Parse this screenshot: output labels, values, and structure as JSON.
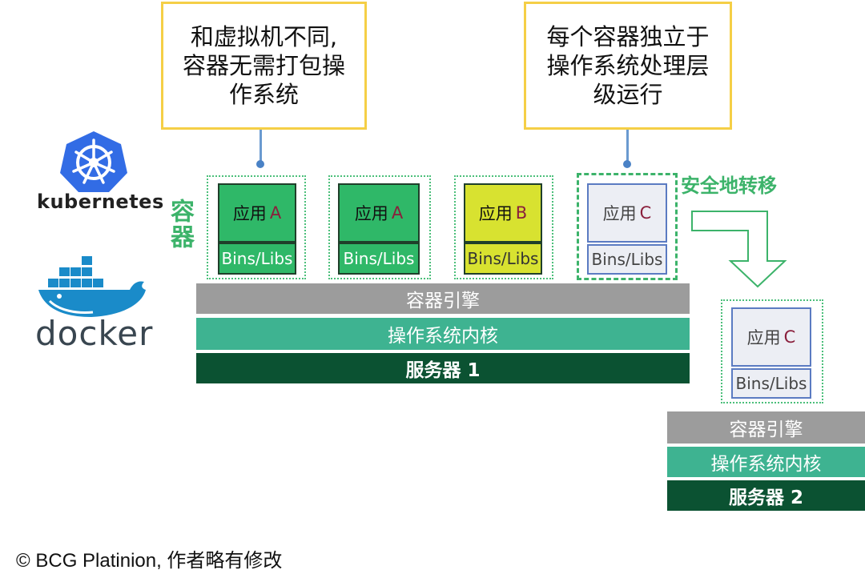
{
  "callouts": {
    "left": "和虚拟机不同,\n容器无需打包操\n作系统",
    "right": "每个容器独立于\n操作系统处理层\n级运行"
  },
  "logos": {
    "kubernetes": "kubernetes",
    "docker": "docker"
  },
  "container_label": "容器",
  "move_label": "安全地转移",
  "containers": [
    {
      "app": "应用",
      "suffix": "A",
      "libs": "Bins/Libs"
    },
    {
      "app": "应用",
      "suffix": "A",
      "libs": "Bins/Libs"
    },
    {
      "app": "应用",
      "suffix": "B",
      "libs": "Bins/Libs"
    },
    {
      "app": "应用",
      "suffix": "C",
      "libs": "Bins/Libs"
    }
  ],
  "moved_container": {
    "app": "应用",
    "suffix": "C",
    "libs": "Bins/Libs"
  },
  "stack1": {
    "engine": "容器引擎",
    "kernel": "操作系统内核",
    "server": "服务器 1"
  },
  "stack2": {
    "engine": "容器引擎",
    "kernel": "操作系统内核",
    "server": "服务器 2"
  },
  "credit": "© BCG Platinion, 作者略有修改",
  "colors": {
    "callout_border": "#f5cf46",
    "app_green": "#2fb868",
    "app_yellow": "#d8e230",
    "app_grey": "#eceef4",
    "engine": "#9c9c9c",
    "kernel": "#3eb391",
    "server": "#0b5232",
    "accent_green": "#3cb36a"
  }
}
